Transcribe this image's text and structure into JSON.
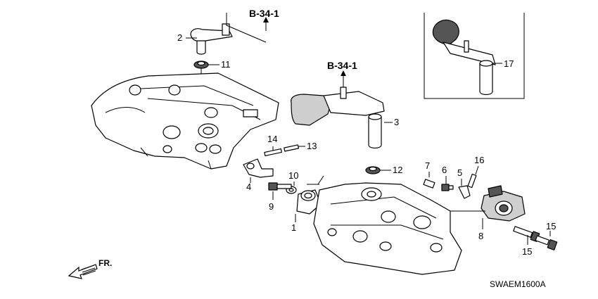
{
  "diagram": {
    "code": "SWAEM1600A",
    "direction": "FR.",
    "references": [
      "B-34-1",
      "B-34-1"
    ],
    "callouts": [
      "1",
      "2",
      "3",
      "4",
      "5",
      "6",
      "7",
      "8",
      "9",
      "10",
      "11",
      "12",
      "13",
      "14",
      "15",
      "15",
      "16",
      "17"
    ]
  }
}
